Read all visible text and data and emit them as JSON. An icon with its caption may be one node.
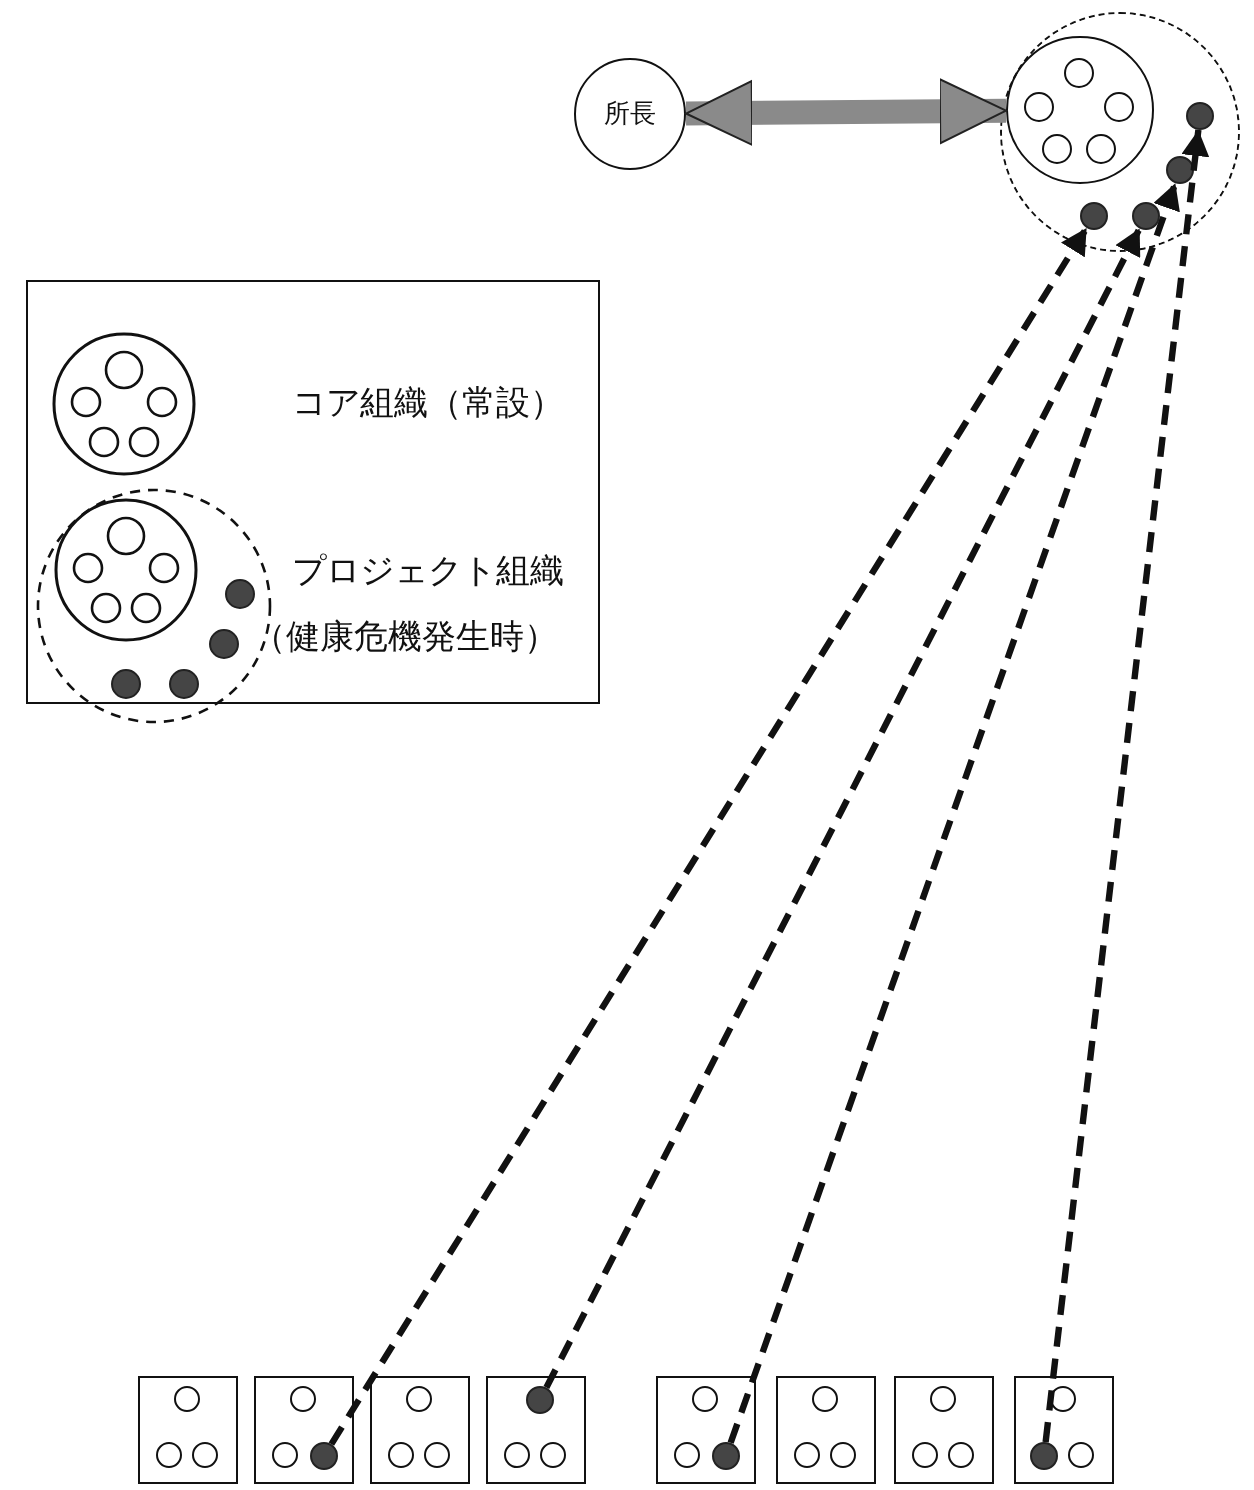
{
  "diagram": {
    "nodes": [
      {
        "text": [
          "所長"
        ]
      },
      {
        "text": [],
        "shape": "circle"
      },
      {
        "text": [],
        "shape": "circle",
        "in": 1
      },
      {
        "text": [],
        "shape": "circle",
        "in": 1
      },
      {
        "text": [],
        "shape": "circle",
        "in": 1
      },
      {
        "text": [],
        "shape": "circle",
        "in": 1
      },
      {
        "text": [],
        "shape": "circle",
        "in": 1
      },
      {
        "text": [],
        "shape": "box"
      },
      {
        "text": [],
        "shape": "box"
      },
      {
        "text": [],
        "shape": "box"
      },
      {
        "text": [],
        "shape": "box"
      },
      {
        "text": [],
        "shape": "box"
      },
      {
        "text": [],
        "shape": "box"
      },
      {
        "text": [],
        "shape": "box"
      },
      {
        "text": [],
        "shape": "box"
      },
      {
        "text": [],
        "shape": "circle",
        "in": 8
      },
      {
        "text": [],
        "shape": "circle",
        "in": 10
      },
      {
        "text": [],
        "shape": "circle",
        "in": 11
      },
      {
        "text": [],
        "shape": "circle",
        "in": 14
      }
    ],
    "edges": [
      {
        "from": 0,
        "to": 2,
        "arrow": "both",
        "style": "thick",
        "color": "#8a8a8a"
      },
      {
        "from": 15,
        "to": 6,
        "arrow": "to",
        "style": "dashed"
      },
      {
        "from": 16,
        "to": 5,
        "arrow": "to",
        "style": "dashed"
      },
      {
        "from": 17,
        "to": 4,
        "arrow": "to",
        "style": "dashed"
      },
      {
        "from": 18,
        "to": 3,
        "arrow": "to",
        "style": "dashed"
      }
    ],
    "legend": [
      {
        "text": "コア組織（常設）"
      },
      {
        "text": "プロジェクト組織（健康危機発生時）"
      }
    ]
  }
}
